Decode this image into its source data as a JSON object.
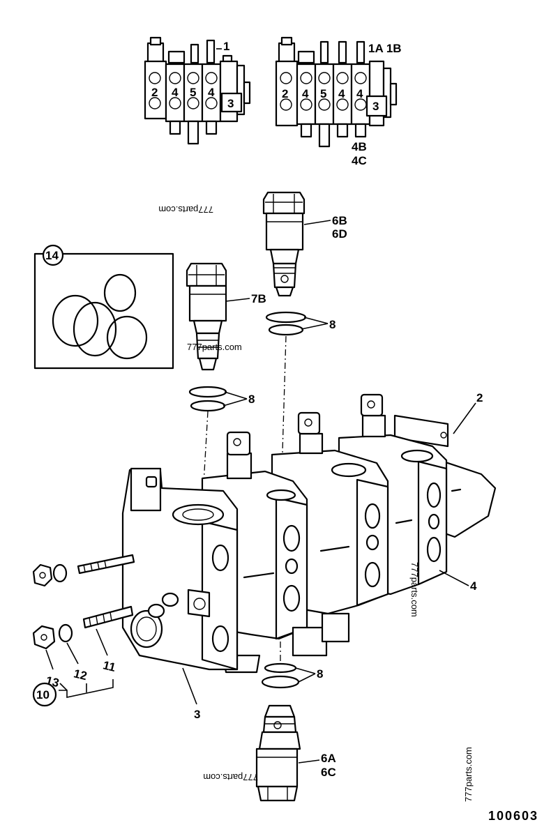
{
  "callouts": {
    "c1": "1",
    "c1a1b": "1A 1B",
    "c2": "2",
    "c3": "3",
    "c4": "4",
    "c4b": "4B",
    "c4c": "4C",
    "c6b": "6B",
    "c6d": "6D",
    "c7b": "7B",
    "c8a": "8",
    "c8b": "8",
    "c8c": "8",
    "c6a": "6A",
    "c6c": "6C",
    "c10": "10",
    "c11": "11",
    "c12": "12",
    "c13": "13",
    "c14": "14"
  },
  "thumb_left": {
    "s1": "2",
    "s2": "4",
    "s3": "5",
    "s4": "4",
    "s5": "3"
  },
  "thumb_right": {
    "s1": "2",
    "s2": "4",
    "s3": "5",
    "s4": "4",
    "s5": "4",
    "s6": "3"
  },
  "watermarks": {
    "w1": "777parts.com",
    "w2": "777parts.com",
    "w3": "777parts.com",
    "w4": "777parts.com",
    "w5": "777parts.com"
  },
  "figure_number": "100603"
}
